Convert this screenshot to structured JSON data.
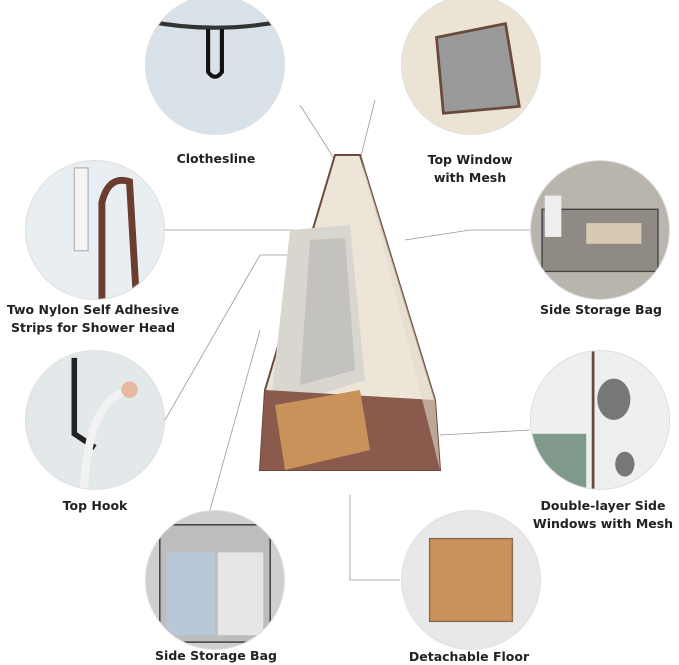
{
  "features": [
    {
      "id": "clothesline",
      "label": "Clothesline"
    },
    {
      "id": "top-window",
      "label_lines": [
        "Top Window",
        "with Mesh"
      ]
    },
    {
      "id": "shower-strips",
      "label_lines": [
        "Two Nylon Self Adhesive",
        "Strips for Shower Head"
      ]
    },
    {
      "id": "side-storage-right",
      "label": "Side Storage Bag"
    },
    {
      "id": "top-hook",
      "label": "Top Hook"
    },
    {
      "id": "side-windows",
      "label_lines": [
        "Double-layer Side",
        "Windows with Mesh"
      ]
    },
    {
      "id": "side-storage-bottom",
      "label": "Side Storage Bag"
    },
    {
      "id": "floor",
      "label": "Detachable Floor"
    }
  ],
  "colors": {
    "tent_body": "#ede6d8",
    "tent_base": "#8a5a4c",
    "floor": "#c8925a",
    "leader_line": "#999999"
  }
}
